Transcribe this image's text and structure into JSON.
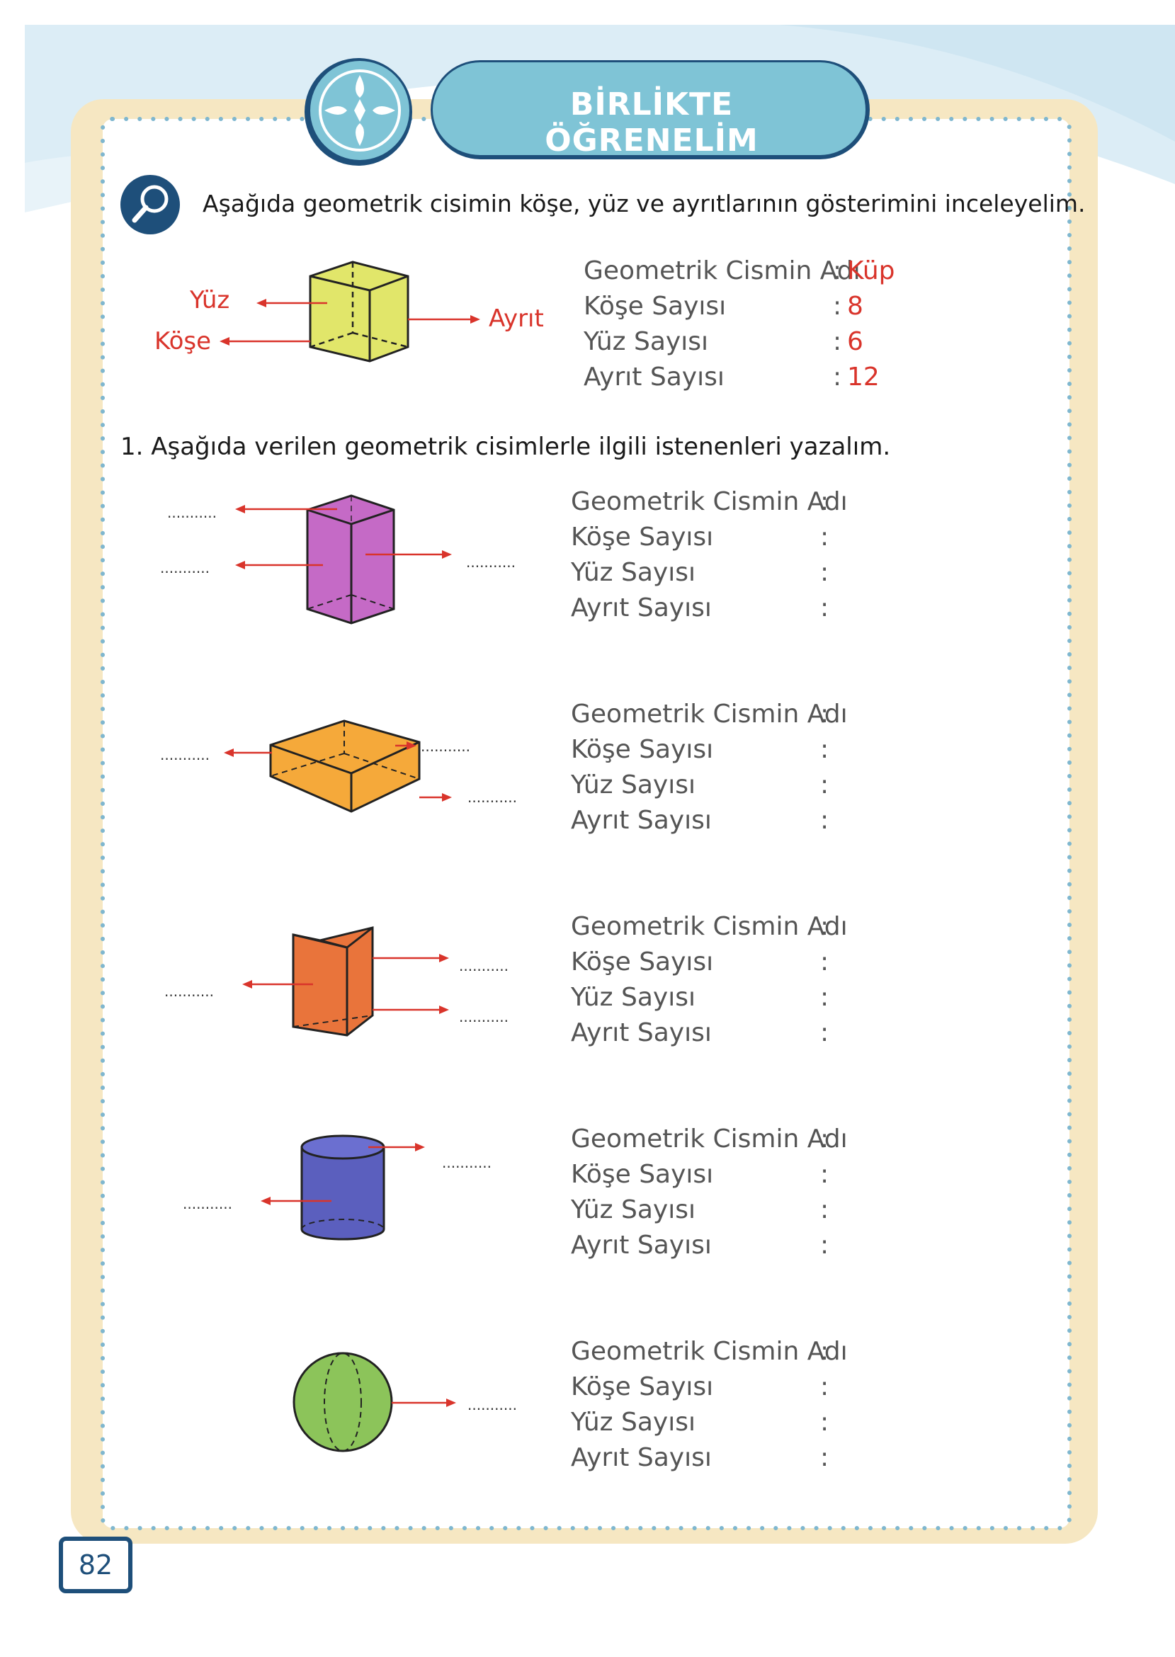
{
  "header": {
    "title": "BİRLİKTE ÖĞRENELİM"
  },
  "intro": {
    "text": "Aşağıda geometrik cisimin köşe, yüz ve ayrıtlarının gösterimini inceleyelim."
  },
  "example": {
    "labels": {
      "face": "Yüz",
      "vertex": "Köşe",
      "edge": "Ayrıt"
    },
    "rows": [
      {
        "label": "Geometrik Cismin Adı",
        "value": "Küp"
      },
      {
        "label": "Köşe Sayısı",
        "value": "8"
      },
      {
        "label": "Yüz Sayısı",
        "value": "6"
      },
      {
        "label": "Ayrıt Sayısı",
        "value": "12"
      }
    ]
  },
  "question": {
    "text": "1.  Aşağıda verilen geometrik cisimlerle ilgili istenenleri yazalım."
  },
  "form_labels": [
    "Geometrik Cismin Adı",
    "Köşe Sayısı",
    "Yüz Sayısı",
    "Ayrıt Sayısı"
  ],
  "colon": ":",
  "blank": "...........",
  "colors": {
    "cube": "#e1e66a",
    "prism": "#c56ac6",
    "box": "#f5a93a",
    "triangular_prism": "#e9743b",
    "cylinder": "#5b5fbe",
    "sphere": "#8cc45a",
    "accent": "#d9342b",
    "navy": "#1e4f7a"
  },
  "page_number": "82"
}
